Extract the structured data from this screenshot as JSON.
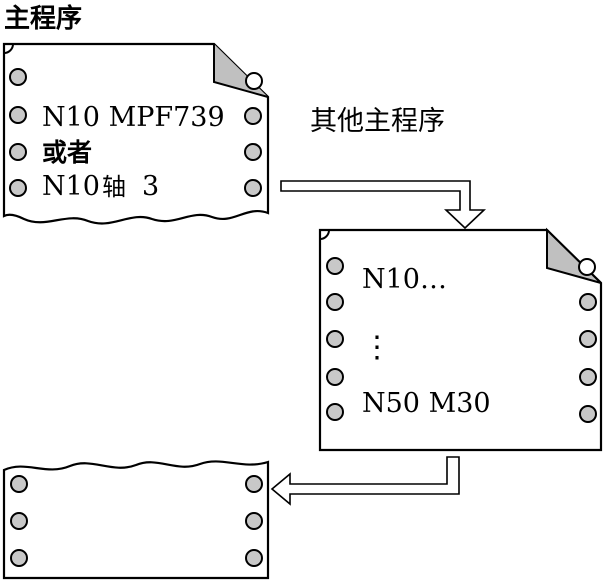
{
  "title_main": "主程序",
  "title_other": "其他主程序",
  "sheet_main": {
    "line1": "N10 MPF739",
    "line2": "或者",
    "line3_prefix": "N10",
    "line3_axis": "轴",
    "line3_num": "3"
  },
  "sheet_other": {
    "line1": "N10…",
    "line2": "⋮",
    "line3": "N50 M30"
  },
  "colors": {
    "fold_fill": "#c0c0c0",
    "hole_fill": "#c8c8c8",
    "line": "#000000",
    "background": "#ffffff"
  }
}
